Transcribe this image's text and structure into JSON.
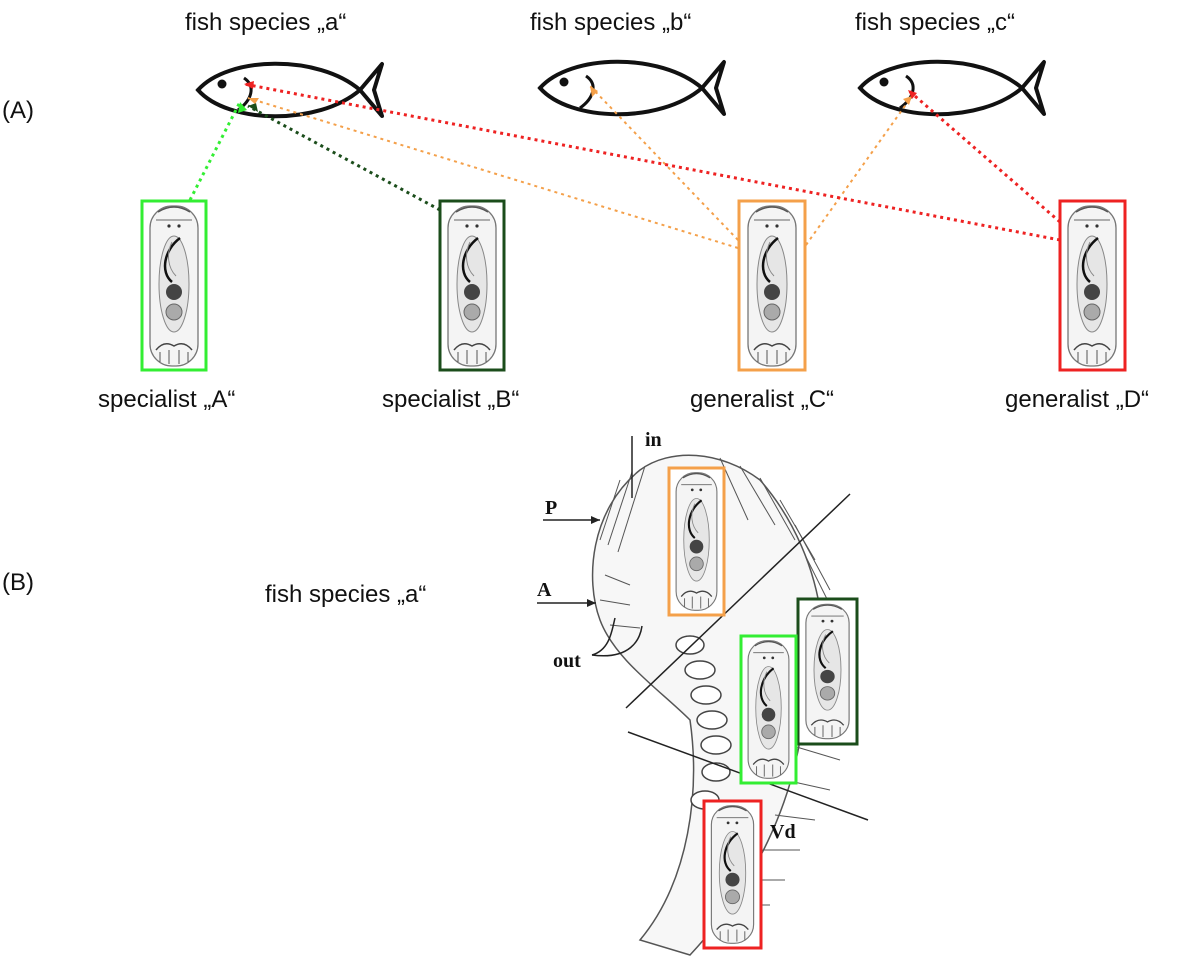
{
  "panel_a": {
    "label": "(A)",
    "fish": [
      {
        "id": "a",
        "label": "fish species „a“"
      },
      {
        "id": "b",
        "label": "fish species „b“"
      },
      {
        "id": "c",
        "label": "fish species „c“"
      }
    ],
    "parasites": [
      {
        "id": "A",
        "label": "specialist „A“",
        "color": "#33ee33",
        "hosts": [
          "a"
        ]
      },
      {
        "id": "B",
        "label": "specialist „B“",
        "color": "#1b4d1b",
        "hosts": [
          "a"
        ]
      },
      {
        "id": "C",
        "label": "generalist „C“",
        "color": "#f4a04a",
        "hosts": [
          "a",
          "b",
          "c"
        ]
      },
      {
        "id": "D",
        "label": "generalist „D“",
        "color": "#ee2222",
        "hosts": [
          "a",
          "c"
        ]
      }
    ]
  },
  "panel_b": {
    "label": "(B)",
    "fish_label": "fish species „a“",
    "gill_labels": {
      "in": "in",
      "p": "P",
      "a": "A",
      "out": "out",
      "vd": "Vd"
    }
  }
}
